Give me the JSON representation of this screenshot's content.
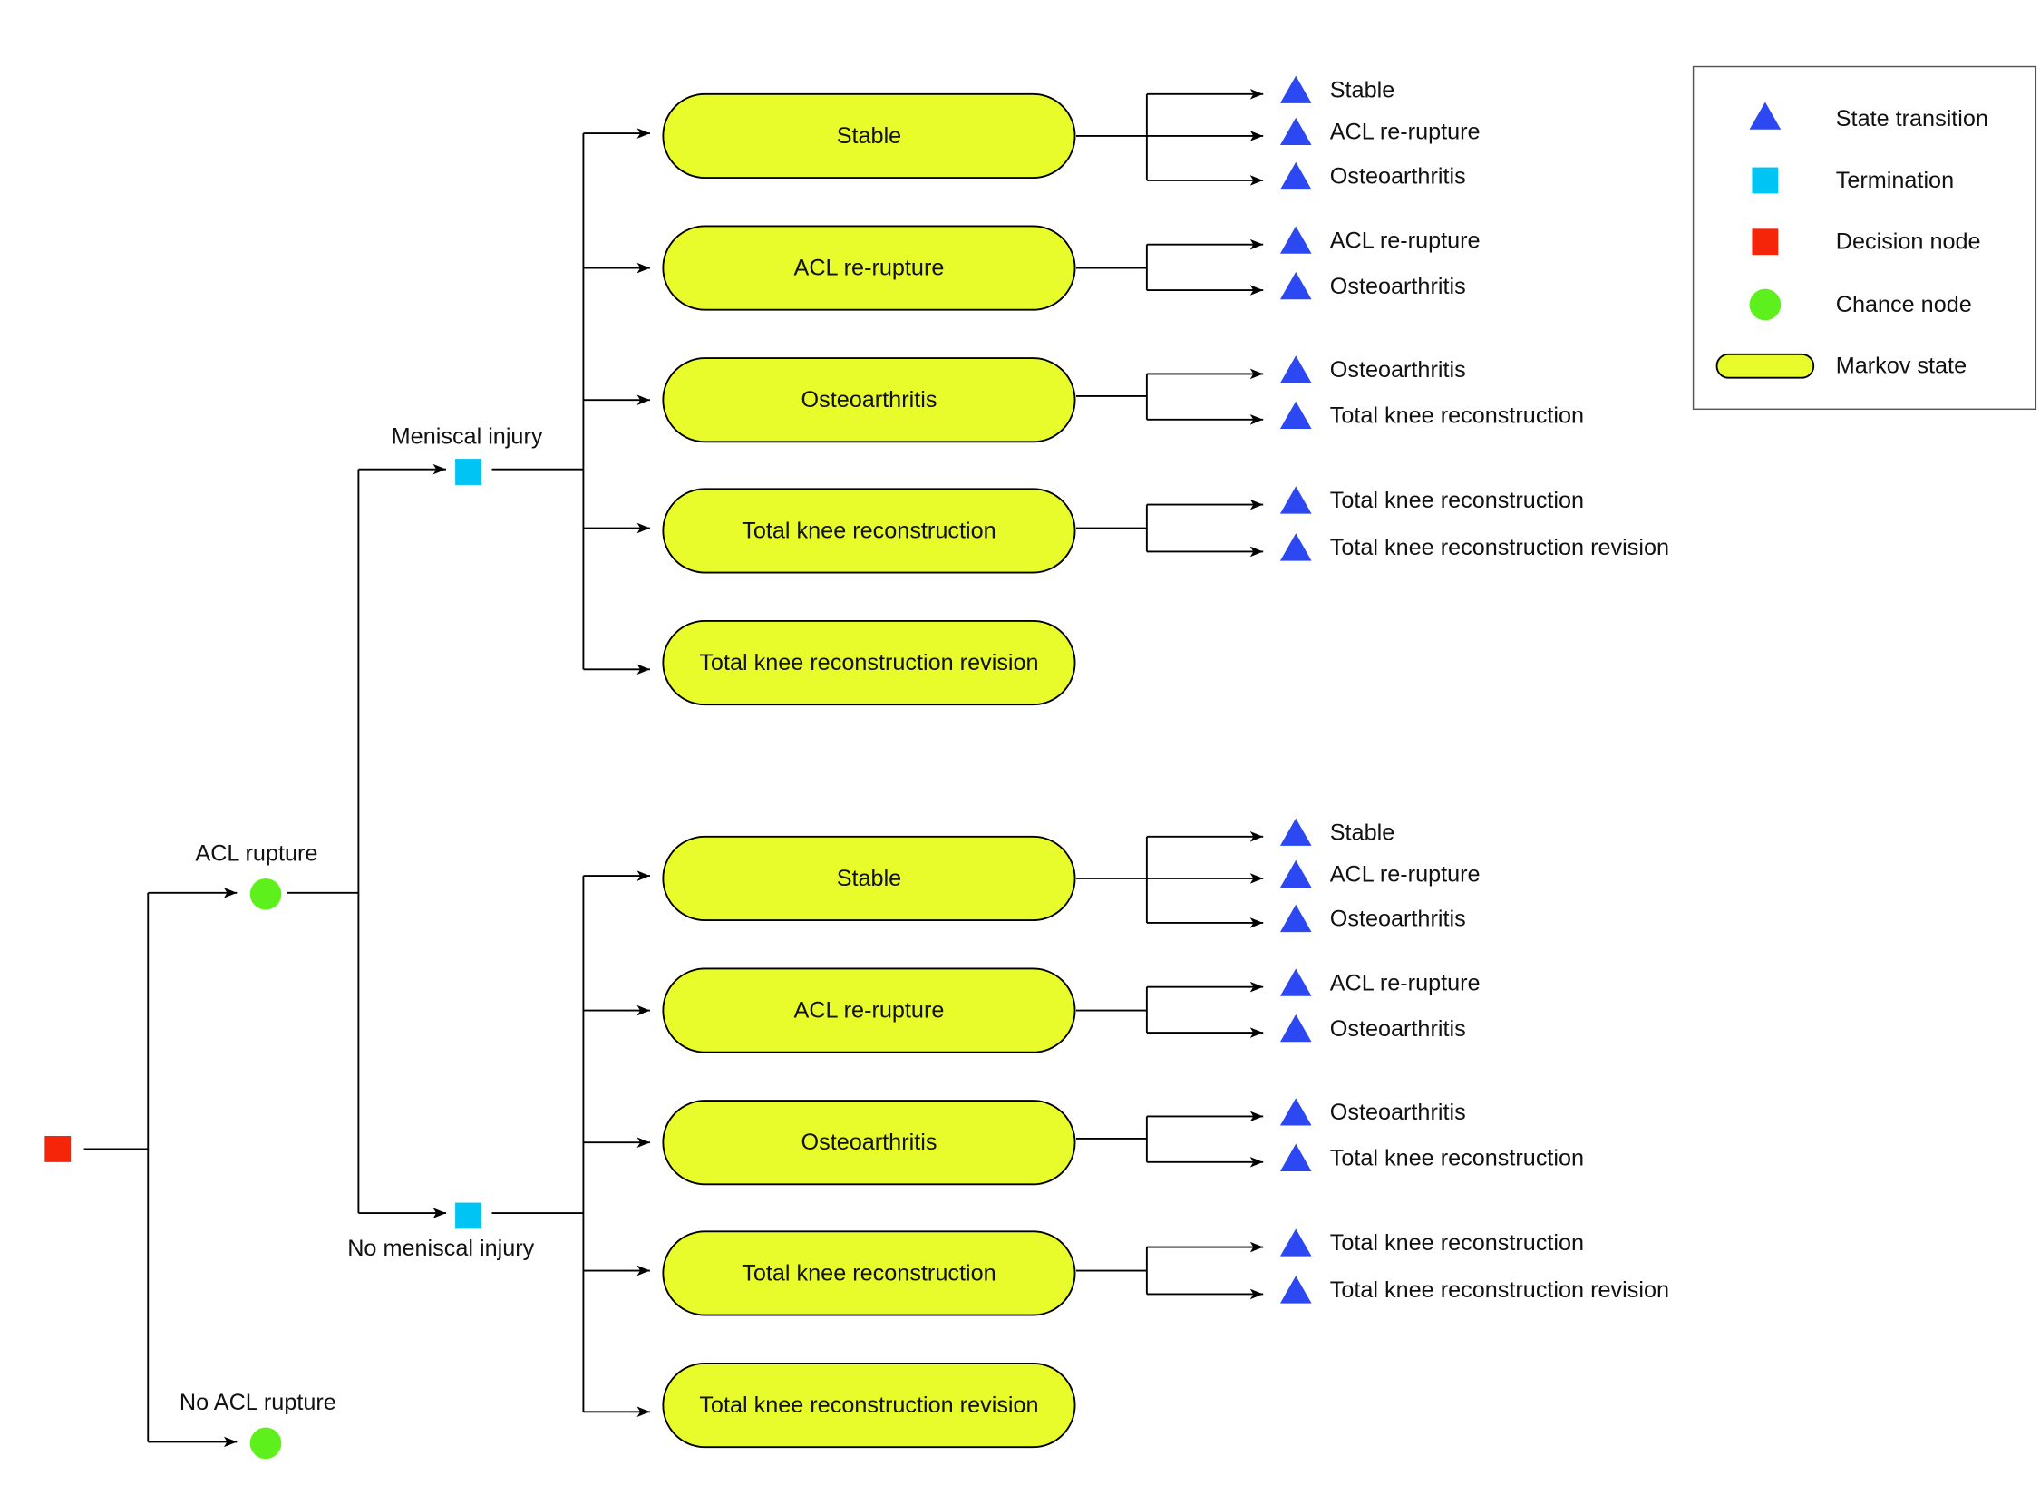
{
  "colors": {
    "decision_node": "#f5250a",
    "termination_node": "#00c4f4",
    "chance_node": "#5ef01d",
    "markov_state": "#e8fc2b",
    "state_transition": "#2c48f2",
    "line": "#000000"
  },
  "legend": [
    {
      "icon": "state-transition-triangle-icon",
      "label": "State transition"
    },
    {
      "icon": "termination-square-icon",
      "label": "Termination"
    },
    {
      "icon": "decision-square-icon",
      "label": "Decision node"
    },
    {
      "icon": "chance-circle-icon",
      "label": "Chance node"
    },
    {
      "icon": "markov-state-pill-icon",
      "label": "Markov state"
    }
  ],
  "tree": {
    "chance_nodes": [
      {
        "label": "ACL rupture"
      },
      {
        "label": "No ACL rupture"
      }
    ],
    "termination_nodes": [
      {
        "label": "Meniscal injury",
        "states": [
          {
            "label": "Stable",
            "transitions": [
              "Stable",
              "ACL re-rupture",
              "Osteoarthritis"
            ]
          },
          {
            "label": "ACL re-rupture",
            "transitions": [
              "ACL re-rupture",
              "Osteoarthritis"
            ]
          },
          {
            "label": "Osteoarthritis",
            "transitions": [
              "Osteoarthritis",
              "Total knee reconstruction"
            ]
          },
          {
            "label": "Total knee reconstruction",
            "transitions": [
              "Total knee reconstruction",
              "Total knee reconstruction revision"
            ]
          },
          {
            "label": "Total knee reconstruction revision",
            "transitions": []
          }
        ]
      },
      {
        "label": "No meniscal injury",
        "states": [
          {
            "label": "Stable",
            "transitions": [
              "Stable",
              "ACL re-rupture",
              "Osteoarthritis"
            ]
          },
          {
            "label": "ACL re-rupture",
            "transitions": [
              "ACL re-rupture",
              "Osteoarthritis"
            ]
          },
          {
            "label": "Osteoarthritis",
            "transitions": [
              "Osteoarthritis",
              "Total knee reconstruction"
            ]
          },
          {
            "label": "Total knee reconstruction",
            "transitions": [
              "Total knee reconstruction",
              "Total knee reconstruction revision"
            ]
          },
          {
            "label": "Total knee reconstruction revision",
            "transitions": []
          }
        ]
      }
    ]
  }
}
